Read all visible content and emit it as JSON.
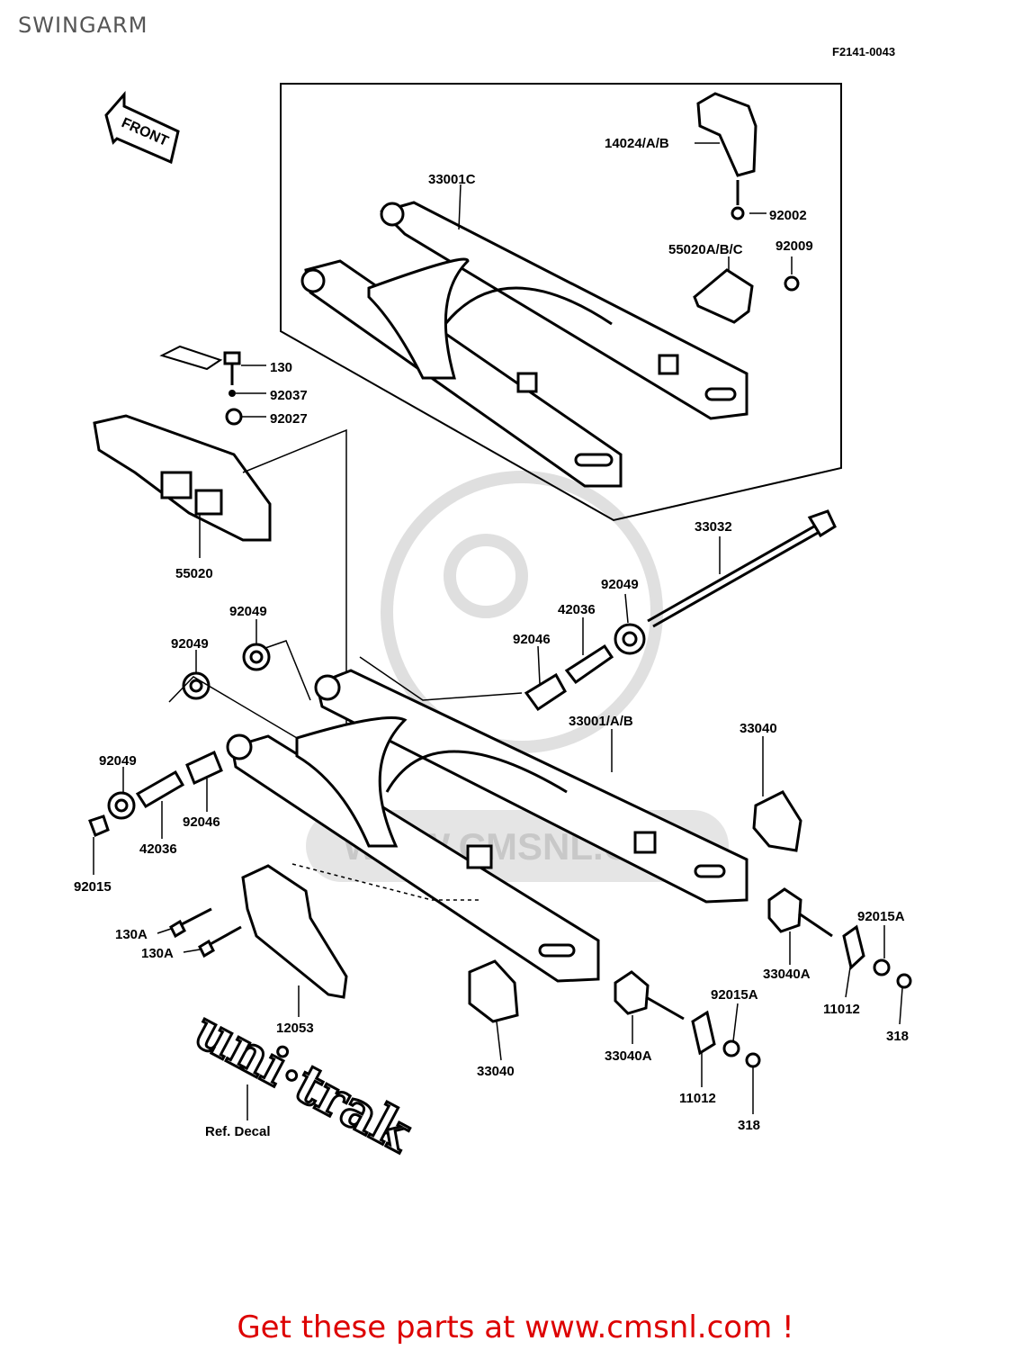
{
  "title": "SWINGARM",
  "diagram_code": "F2141-0043",
  "front_marker": "FRONT",
  "decal": {
    "text": "uni·trak",
    "label": "Ref. Decal"
  },
  "watermark": "WWW.CMSNL.COM",
  "parts": {
    "p14024": "14024/A/B",
    "p33001C": "33001C",
    "p92002": "92002",
    "p55020ABC": "55020A/B/C",
    "p92009": "92009",
    "p130": "130",
    "p92037": "92037",
    "p92027": "92027",
    "p55020": "55020",
    "p33032": "33032",
    "p92049_a": "92049",
    "p92049_b": "92049",
    "p92049_c": "92049",
    "p92049_d": "92049",
    "p42036_a": "42036",
    "p92046_a": "92046",
    "p33001AB": "33001/A/B",
    "p33040_a": "33040",
    "p92046_b": "92046",
    "p42036_b": "42036",
    "p92015": "92015",
    "p130A_a": "130A",
    "p130A_b": "130A",
    "p12053": "12053",
    "p33040_b": "33040",
    "p33040A_a": "33040A",
    "p92015A_a": "92015A",
    "p11012_a": "11012",
    "p318_a": "318",
    "p33040A_b": "33040A",
    "p92015A_b": "92015A",
    "p11012_b": "11012",
    "p318_b": "318"
  },
  "footer": "Get these parts at www.cmsnl.com !"
}
